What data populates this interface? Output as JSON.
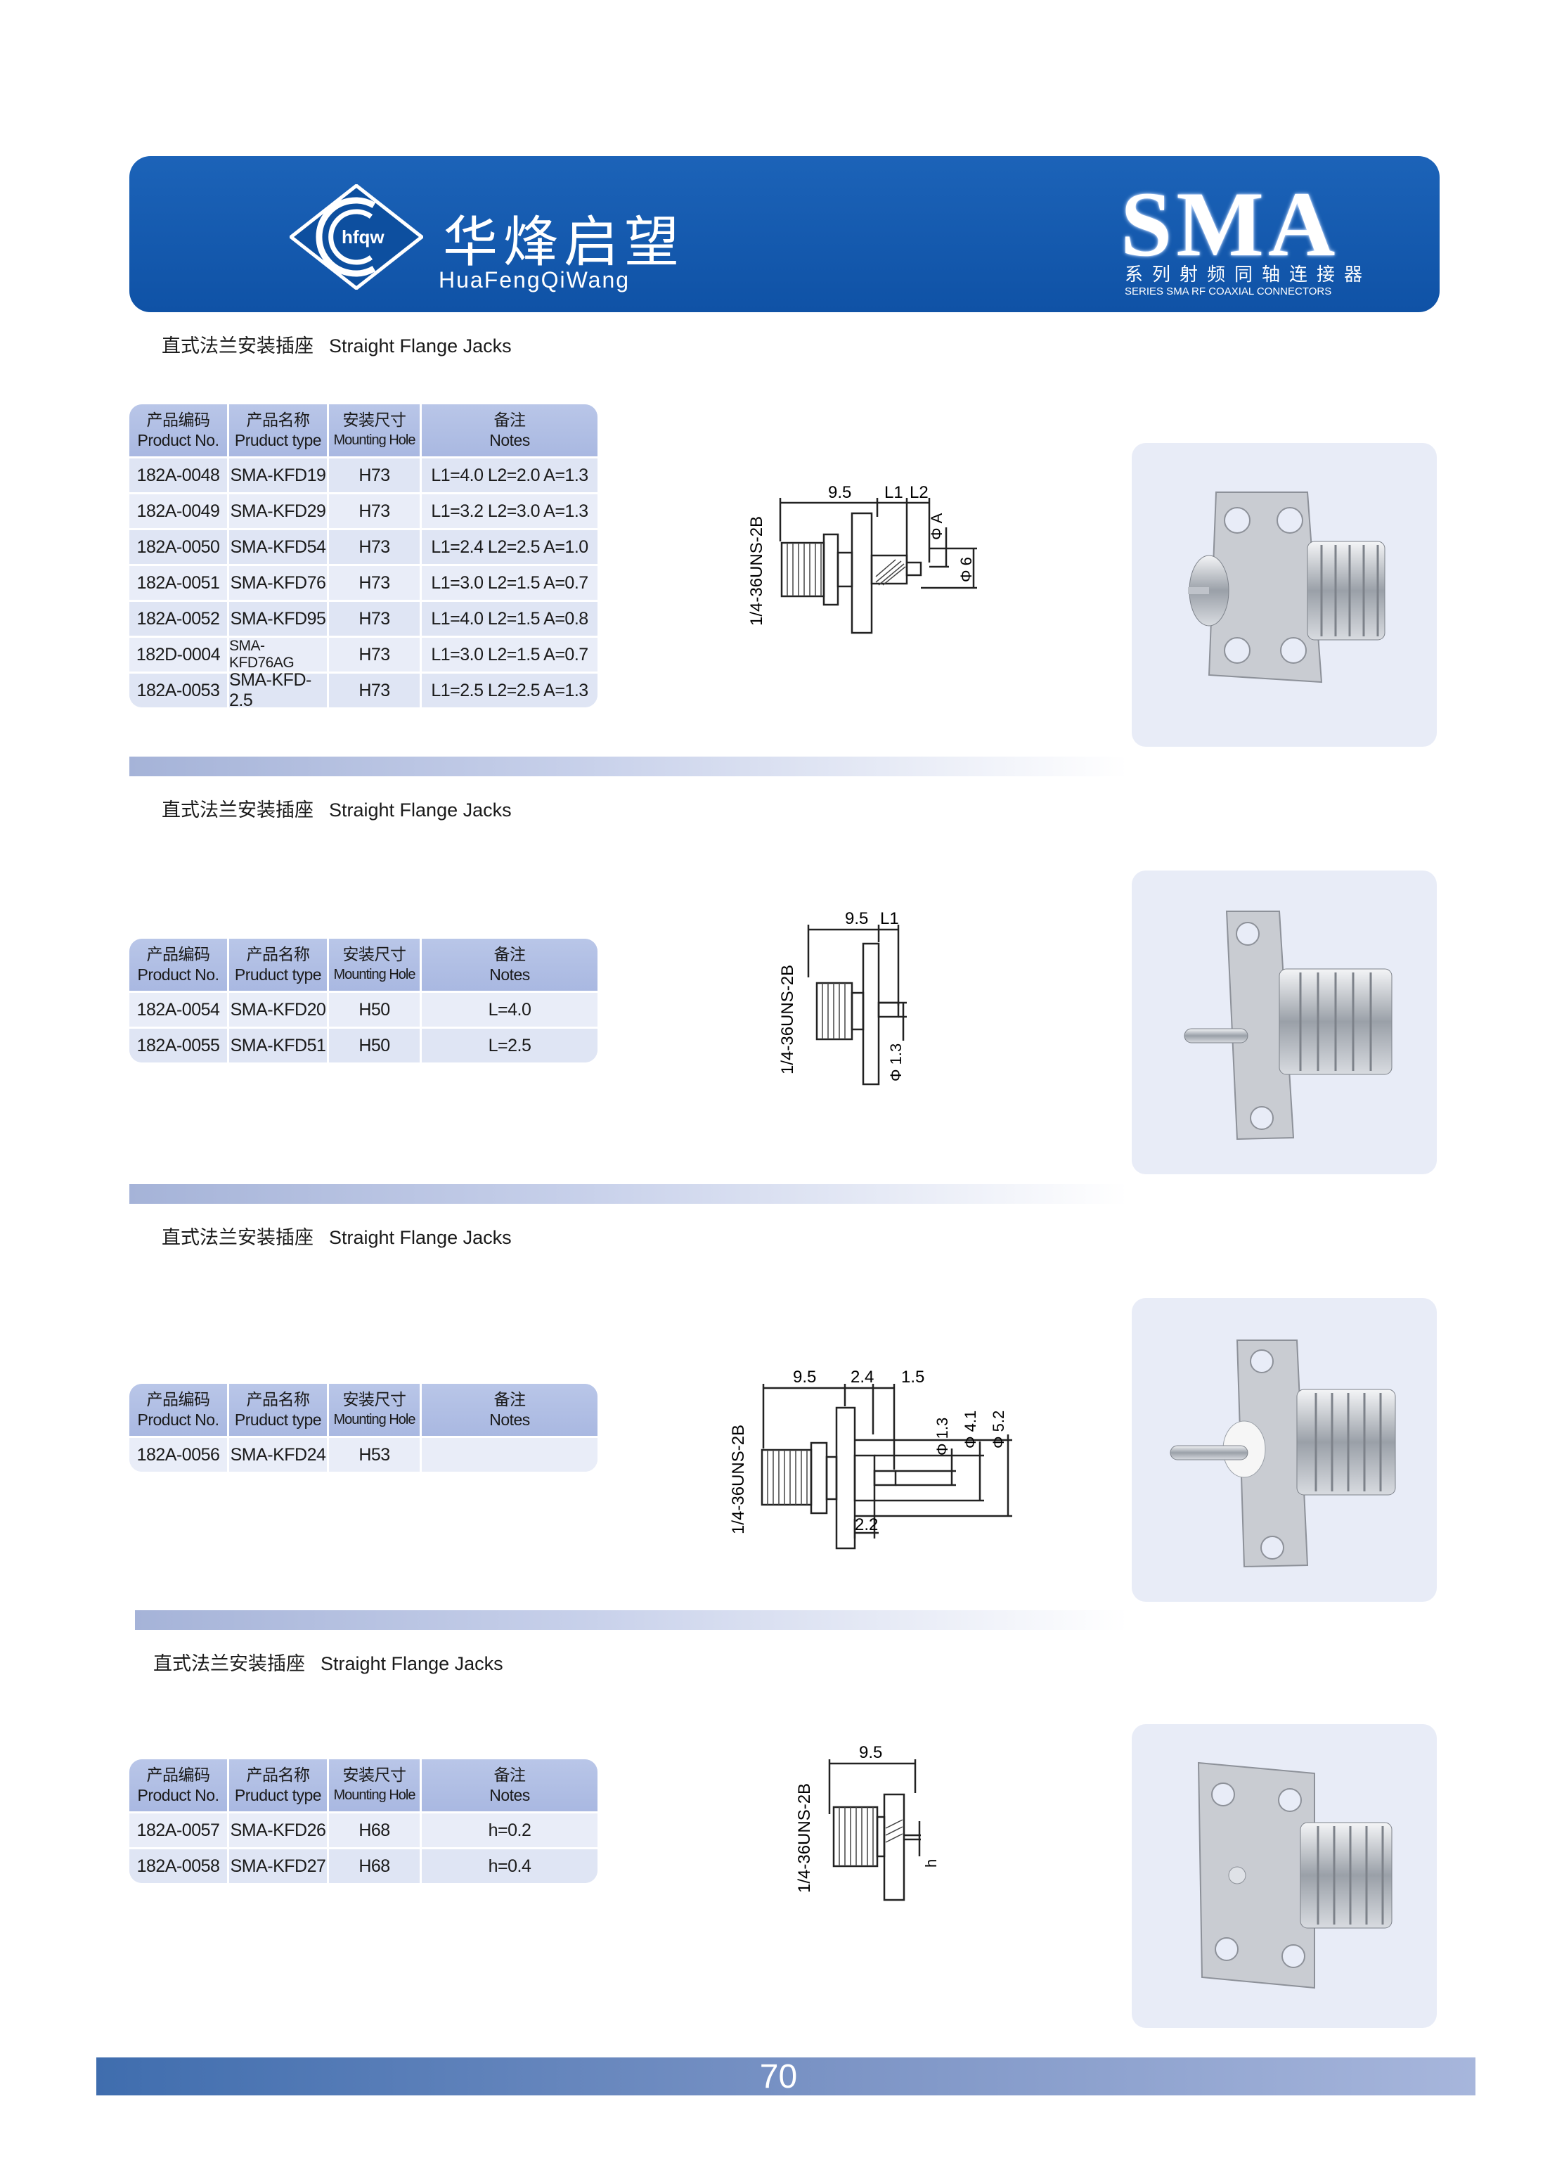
{
  "header": {
    "logo_text": "hfqw",
    "brand_cn": "华烽启望",
    "brand_en": "HuaFengQiWang",
    "series_title": "SMA",
    "series_cn": "系列射频同轴连接器",
    "series_en": "SERIES SMA RF COAXIAL CONNECTORS"
  },
  "table_headers": {
    "col1_cn": "产品编码",
    "col1_en": "Product No.",
    "col2_cn": "产品名称",
    "col2_en": "Pruduct type",
    "col3_cn": "安装尺寸",
    "col3_en": "Mounting Hole",
    "col4_cn": "备注",
    "col4_en": "Notes"
  },
  "sections": [
    {
      "title_cn": "直式法兰安装插座",
      "title_en": "Straight Flange Jacks",
      "rows": [
        [
          "182A-0048",
          "SMA-KFD19",
          "H73",
          "L1=4.0 L2=2.0 A=1.3"
        ],
        [
          "182A-0049",
          "SMA-KFD29",
          "H73",
          "L1=3.2 L2=3.0 A=1.3"
        ],
        [
          "182A-0050",
          "SMA-KFD54",
          "H73",
          "L1=2.4 L2=2.5 A=1.0"
        ],
        [
          "182A-0051",
          "SMA-KFD76",
          "H73",
          "L1=3.0 L2=1.5 A=0.7"
        ],
        [
          "182A-0052",
          "SMA-KFD95",
          "H73",
          "L1=4.0 L2=1.5 A=0.8"
        ],
        [
          "182D-0004",
          "SMA-KFD76AG",
          "H73",
          "L1=3.0 L2=1.5 A=0.7"
        ],
        [
          "182A-0053",
          "SMA-KFD-2.5",
          "H73",
          "L1=2.5 L2=2.5 A=1.3"
        ]
      ],
      "drawing": {
        "thread": "1/4-36UNS-2B",
        "d1": "9.5",
        "d2": "L1",
        "d3": "L2",
        "d4": "Φ A",
        "d5": "Φ 6"
      }
    },
    {
      "title_cn": "直式法兰安装插座",
      "title_en": "Straight Flange Jacks",
      "rows": [
        [
          "182A-0054",
          "SMA-KFD20",
          "H50",
          "L=4.0"
        ],
        [
          "182A-0055",
          "SMA-KFD51",
          "H50",
          "L=2.5"
        ]
      ],
      "drawing": {
        "thread": "1/4-36UNS-2B",
        "d1": "9.5",
        "d2": "L1",
        "d3": "Φ 1.3"
      }
    },
    {
      "title_cn": "直式法兰安装插座",
      "title_en": "Straight Flange Jacks",
      "rows": [
        [
          "182A-0056",
          "SMA-KFD24",
          "H53",
          ""
        ]
      ],
      "drawing": {
        "thread": "1/4-36UNS-2B",
        "d1": "9.5",
        "d2": "2.4",
        "d3": "1.5",
        "d4": "Φ 1.3",
        "d5": "Φ 4.1",
        "d6": "Φ 5.2",
        "d7": "2.2"
      }
    },
    {
      "title_cn": "直式法兰安装插座",
      "title_en": "Straight Flange Jacks",
      "rows": [
        [
          "182A-0057",
          "SMA-KFD26",
          "H68",
          "h=0.2"
        ],
        [
          "182A-0058",
          "SMA-KFD27",
          "H68",
          "h=0.4"
        ]
      ],
      "drawing": {
        "thread": "1/4-36UNS-2B",
        "d1": "9.5",
        "d2": "h"
      }
    }
  ],
  "footer": {
    "page_number": "70"
  }
}
